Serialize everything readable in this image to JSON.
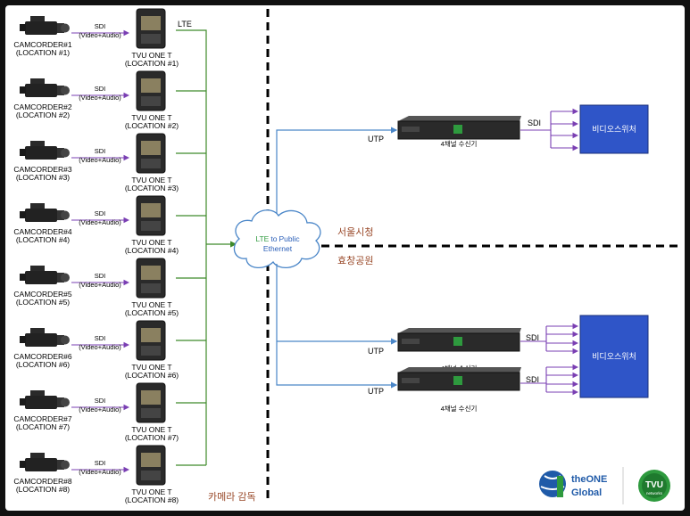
{
  "cameras": [
    {
      "name": "CAMCORDER#1",
      "location": "(LOCATION #1)",
      "device": "TVU ONE T",
      "device_location": "(LOCATION #1)"
    },
    {
      "name": "CAMCORDER#2",
      "location": "(LOCATION #2)",
      "device": "TVU ONE T",
      "device_location": "(LOCATION #2)"
    },
    {
      "name": "CAMCORDER#3",
      "location": "(LOCATION #3)",
      "device": "TVU ONE T",
      "device_location": "(LOCATION #3)"
    },
    {
      "name": "CAMCORDER#4",
      "location": "(LOCATION #4)",
      "device": "TVU ONE T",
      "device_location": "(LOCATION #4)"
    },
    {
      "name": "CAMCORDER#5",
      "location": "(LOCATION #5)",
      "device": "TVU ONE T",
      "device_location": "(LOCATION #5)"
    },
    {
      "name": "CAMCORDER#6",
      "location": "(LOCATION #6)",
      "device": "TVU ONE T",
      "device_location": "(LOCATION #6)"
    },
    {
      "name": "CAMCORDER#7",
      "location": "(LOCATION #7)",
      "device": "TVU ONE T",
      "device_location": "(LOCATION #7)"
    },
    {
      "name": "CAMCORDER#8",
      "location": "(LOCATION #8)",
      "device": "TVU ONE T",
      "device_location": "(LOCATION #8)"
    }
  ],
  "link": {
    "sdi": "SDI",
    "sdi_sub": "(Video+Audio)",
    "lte": "LTE",
    "utp": "UTP"
  },
  "cloud": {
    "line1_a": "LTE",
    "line1_b": "to",
    "line1_c": "Public",
    "line2": "Ethernet"
  },
  "zones": {
    "seoul": "서울시청",
    "hyochang": "효창공원",
    "camera_director": "카메라 감독"
  },
  "receiver_label": "4채널 수신기",
  "switcher_label": "비디오스위처",
  "logos": {
    "theone_line1": "theONE",
    "theone_line2": "Global",
    "tvu": "TVU",
    "tvu_sub": "networks"
  },
  "colors": {
    "purple": "#7a3fb3",
    "green": "#3f8a2a",
    "blue": "#4a86c8",
    "switcher": "#2f55c8",
    "cloud_text_green": "#2e9a3e",
    "cloud_text_blue": "#2b5fb8",
    "zone_text": "#9a4a2a"
  }
}
